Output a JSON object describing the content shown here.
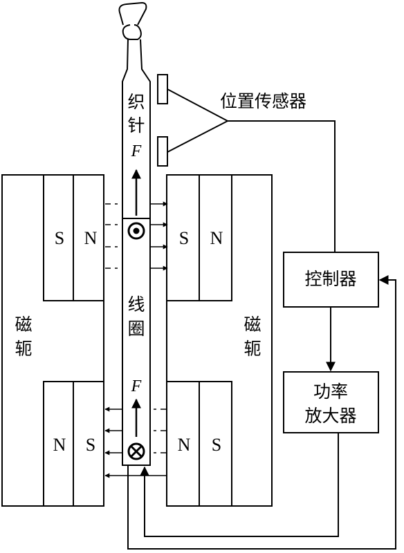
{
  "labels": {
    "needle": [
      "织",
      "针"
    ],
    "position_sensor": "位置传感器",
    "controller": "控制器",
    "amplifier": [
      "功率",
      "放大器"
    ],
    "coil": [
      "线",
      "圈"
    ],
    "yoke_left": [
      "磁",
      "轭"
    ],
    "yoke_right": [
      "磁",
      "轭"
    ],
    "force": "F"
  },
  "poles": {
    "top_left": [
      "S",
      "N"
    ],
    "top_right": [
      "S",
      "N"
    ],
    "bottom_left": [
      "N",
      "S"
    ],
    "bottom_right": [
      "N",
      "S"
    ]
  },
  "icons": {
    "current_out": "dot-in-circle",
    "current_in": "cross-in-circle"
  }
}
